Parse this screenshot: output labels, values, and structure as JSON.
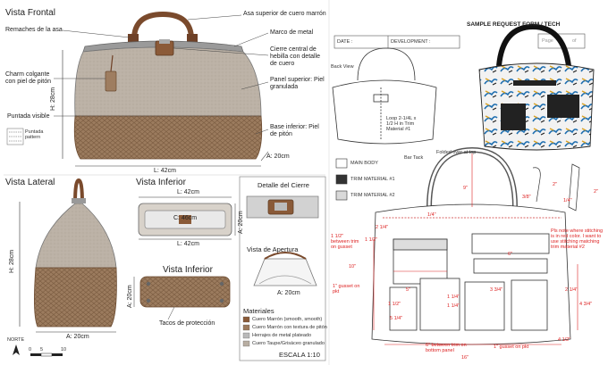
{
  "left": {
    "front_title": "Vista Frontal",
    "front_labels": {
      "handle": "Asa superior de cuero marrón",
      "handle_rivets": "Remaches de la asa",
      "frame": "Marco de metal",
      "clasp": "Cierre central de hebilla con detalle de cuero",
      "charm": "Charm colgante con piel de pitón",
      "upper_panel": "Panel superior: Piel granulada",
      "stitching": "Puntada visible",
      "base": "Base inferior: Piel de pitón",
      "stitch_pattern": "Puntada pattern",
      "height": "H: 28cm",
      "length": "L: 42cm",
      "depth": "A: 20cm"
    },
    "side_title": "Vista Lateral",
    "side_labels": {
      "height": "H: 28cm",
      "depth": "A: 20cm"
    },
    "top_title": "Vista Inferior",
    "top_labels": {
      "length_top": "L: 42cm",
      "frame_c": "C: 46cm",
      "length_bottom": "L: 42cm",
      "depth": "A: 20cm"
    },
    "bottom_title": "Vista Inferior",
    "bottom_labels": {
      "depth": "A: 20cm",
      "feet": "Tacos de protección"
    },
    "closure_title": "Detalle del Cierre",
    "open_title": "Vista de Apertura",
    "open_depth": "A: 20cm",
    "materials_title": "Materiales",
    "materials": [
      {
        "label": "Cuero Marrón (smooth, smooth)",
        "color": "#8a5a3a"
      },
      {
        "label": "Cuero Marrón con textura de pitón",
        "color": "#9c7a5c"
      },
      {
        "label": "Herrajes de metal plateado",
        "color": "#b9b9b9"
      },
      {
        "label": "Cuero Taupe/Grisáceo granulado",
        "color": "#b8aea2"
      }
    ],
    "north": "NORTE",
    "scale_ticks": [
      "0",
      "5",
      "10"
    ],
    "scale": "ESCALA 1:10"
  },
  "right": {
    "form_title": "SAMPLE REQUEST FORM / TECH",
    "date_label": "DATE :",
    "development_label": "DEVELOPMENT :",
    "page_label": "Page",
    "page_of": "of",
    "back_view": "Back View",
    "loop_note": "Loop 2-1/4L x 1/2 H in Trim Material #1",
    "folded_note": "Folded over at top",
    "bar_tack": "Bar Tack",
    "legend": [
      {
        "label": "MAIN BODY",
        "color": "#ffffff"
      },
      {
        "label": "TRIM MATERIAL #1",
        "color": "#333333"
      },
      {
        "label": "TRIM MATERIAL #2",
        "color": "#d9d9d9"
      }
    ],
    "dims": {
      "handle_drop": "9\"",
      "d1": "1/4\"",
      "d2": "2 1/4\"",
      "d3": "1 1/2\" between trim on gusset",
      "d4": "1 1/2\"",
      "d5": "10\"",
      "d6": "1\" gusset on pkt",
      "d7": "1 1/2\"",
      "d8": "5\"",
      "d9": "5 1/4\"",
      "d10": "1 1/4\"",
      "d11": "1 1/4\"",
      "d12": "3 3/4\"",
      "d13": "2 1/4\"",
      "d14": "4 3/4\"",
      "d15": "4 1/2\"",
      "d16": "16\"",
      "d17": "6\" between trim on bottom panel",
      "d18": "1\" gusset on pkt",
      "d19": "6\"",
      "strap1": "3/8\"",
      "strap2": "2\"",
      "strap3": "1/4\"",
      "strap4": "2\"",
      "stitch_note": "Pls note where stitching is in red color. I want to use stitching matching trim material #2"
    }
  }
}
